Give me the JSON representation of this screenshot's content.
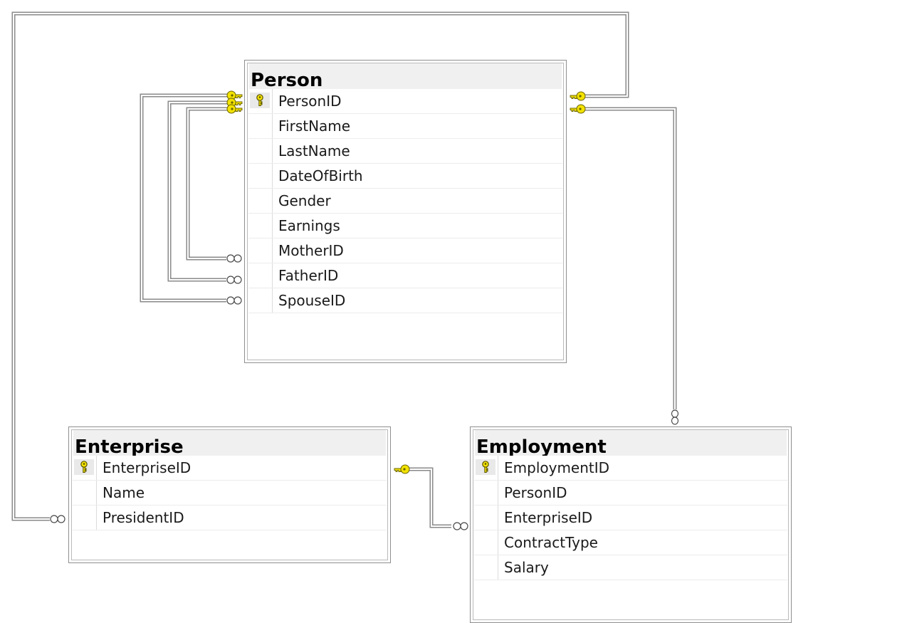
{
  "tables": {
    "person": {
      "title": "Person",
      "columns": [
        {
          "name": "PersonID",
          "key": true
        },
        {
          "name": "FirstName",
          "key": false
        },
        {
          "name": "LastName",
          "key": false
        },
        {
          "name": "DateOfBirth",
          "key": false
        },
        {
          "name": "Gender",
          "key": false
        },
        {
          "name": "Earnings",
          "key": false
        },
        {
          "name": "MotherID",
          "key": false
        },
        {
          "name": "FatherID",
          "key": false
        },
        {
          "name": "SpouseID",
          "key": false
        }
      ]
    },
    "enterprise": {
      "title": "Enterprise",
      "columns": [
        {
          "name": "EnterpriseID",
          "key": true
        },
        {
          "name": "Name",
          "key": false
        },
        {
          "name": "PresidentID",
          "key": false
        }
      ]
    },
    "employment": {
      "title": "Employment",
      "columns": [
        {
          "name": "EmploymentID",
          "key": true
        },
        {
          "name": "PersonID",
          "key": false
        },
        {
          "name": "EnterpriseID",
          "key": false
        },
        {
          "name": "ContractType",
          "key": false
        },
        {
          "name": "Salary",
          "key": false
        }
      ]
    }
  },
  "colors": {
    "key_icon": "#f2e200",
    "connector": "#8a8a8a",
    "header_bg": "#f0f0f0"
  }
}
